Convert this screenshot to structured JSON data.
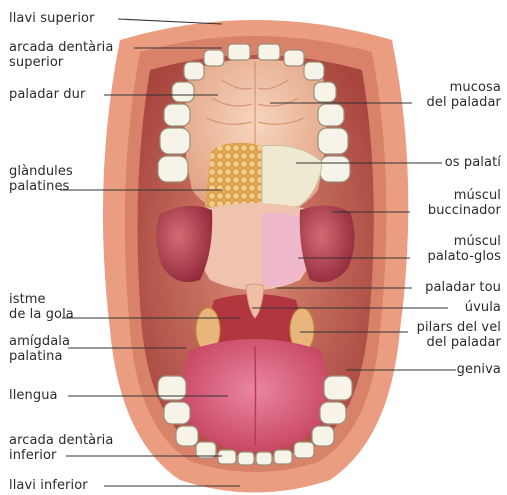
{
  "labels_left": [
    {
      "id": "llavi-superior",
      "text": "llavi superior"
    },
    {
      "id": "arcada-dentaria-superior",
      "text": "arcada dentària\nsuperior"
    },
    {
      "id": "paladar-dur",
      "text": "paladar dur"
    },
    {
      "id": "glandules-palatines",
      "text": "glàndules\npalatines"
    },
    {
      "id": "istme-de-la-gola",
      "text": "istme\nde la gola"
    },
    {
      "id": "amigdala-palatina",
      "text": "amígdala\npalatina"
    },
    {
      "id": "llengua",
      "text": "llengua"
    },
    {
      "id": "arcada-dentaria-inferior",
      "text": "arcada dentària\ninferior"
    },
    {
      "id": "llavi-inferior",
      "text": "llavi inferior"
    }
  ],
  "labels_right": [
    {
      "id": "mucosa-del-paladar",
      "text": "mucosa\ndel paladar"
    },
    {
      "id": "os-palati",
      "text": "os palatí"
    },
    {
      "id": "muscul-buccinador",
      "text": "múscul\nbuccinador"
    },
    {
      "id": "muscul-palato-glos",
      "text": "múscul\npalato-glos"
    },
    {
      "id": "paladar-tou",
      "text": "paladar tou"
    },
    {
      "id": "uvula",
      "text": "úvula"
    },
    {
      "id": "pilars-del-vel-del-paladar",
      "text": "pilars del vel\ndel paladar"
    },
    {
      "id": "geniva",
      "text": "geniva"
    }
  ],
  "colors": {
    "lip": "#e8967a",
    "cavity": "#c8675a",
    "palate": "#f2c6a8",
    "gland": "#e9b060",
    "muscle": "#b8404e",
    "tongue": "#d9567a",
    "tooth": "#f6f3e8",
    "leader": "#333333"
  }
}
